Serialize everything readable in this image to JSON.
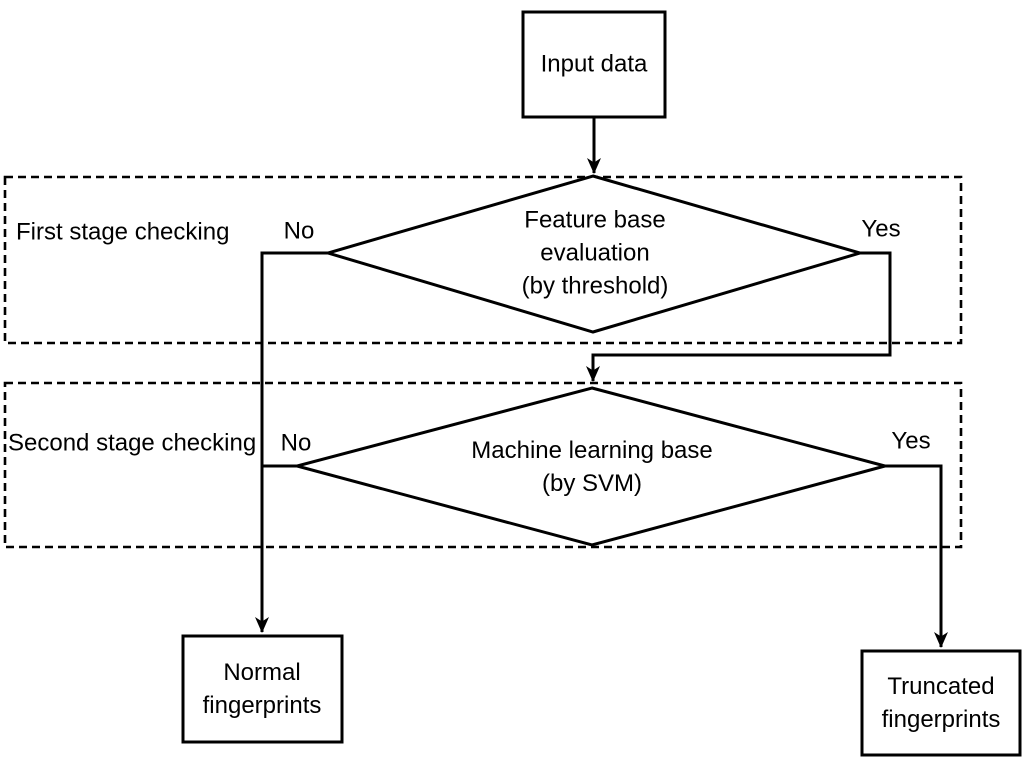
{
  "flowchart": {
    "nodes": {
      "input": "Input data",
      "decision1": "Feature base\nevaluation\n(by threshold)",
      "decision2": "Machine learning base\n(by SVM)",
      "normal_output": "Normal\nfingerprints",
      "truncated_output": "Truncated\nfingerprints"
    },
    "stage_labels": {
      "first": "First stage checking",
      "second": "Second stage checking"
    },
    "branch_labels": {
      "decision1_no": "No",
      "decision1_yes": "Yes",
      "decision2_no": "No",
      "decision2_yes": "Yes"
    },
    "colors": {
      "line": "#000000",
      "background": "#ffffff"
    }
  }
}
